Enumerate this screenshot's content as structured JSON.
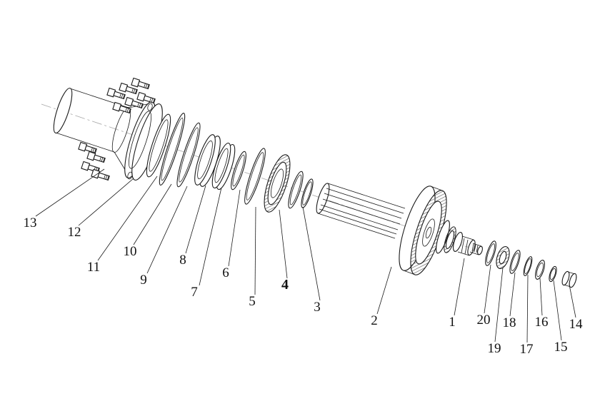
{
  "diagram": {
    "background_color": "#ffffff",
    "line_color": "#1a1a1a",
    "callouts": [
      {
        "label": "1"
      },
      {
        "label": "2"
      },
      {
        "label": "3"
      },
      {
        "label": "4"
      },
      {
        "label": "5"
      },
      {
        "label": "6"
      },
      {
        "label": "7"
      },
      {
        "label": "8"
      },
      {
        "label": "9"
      },
      {
        "label": "10"
      },
      {
        "label": "11"
      },
      {
        "label": "12"
      },
      {
        "label": "13"
      },
      {
        "label": "14"
      },
      {
        "label": "15"
      },
      {
        "label": "16"
      },
      {
        "label": "17"
      },
      {
        "label": "18"
      },
      {
        "label": "19"
      },
      {
        "label": "20"
      }
    ]
  }
}
